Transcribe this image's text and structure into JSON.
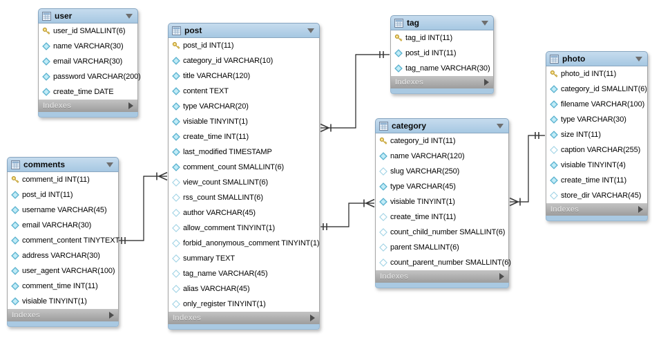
{
  "diagram": {
    "tables": [
      {
        "id": "user",
        "title": "user",
        "footer_label": "Indexes",
        "columns": [
          {
            "icon": "key-icon",
            "label": "user_id SMALLINT(6)"
          },
          {
            "icon": "diamond-filled-icon",
            "label": "name VARCHAR(30)"
          },
          {
            "icon": "diamond-filled-icon",
            "label": "email VARCHAR(30)"
          },
          {
            "icon": "diamond-filled-icon",
            "label": "password VARCHAR(200)"
          },
          {
            "icon": "diamond-filled-icon",
            "label": "create_time DATE"
          }
        ]
      },
      {
        "id": "comments",
        "title": "comments",
        "footer_label": "Indexes",
        "columns": [
          {
            "icon": "key-icon",
            "label": "comment_id INT(11)"
          },
          {
            "icon": "diamond-filled-icon",
            "label": "post_id INT(11)"
          },
          {
            "icon": "diamond-filled-icon",
            "label": "username VARCHAR(45)"
          },
          {
            "icon": "diamond-filled-icon",
            "label": "email VARCHAR(30)"
          },
          {
            "icon": "diamond-filled-icon",
            "label": "comment_content TINYTEXT"
          },
          {
            "icon": "diamond-filled-icon",
            "label": "address VARCHAR(30)"
          },
          {
            "icon": "diamond-filled-icon",
            "label": "user_agent VARCHAR(100)"
          },
          {
            "icon": "diamond-filled-icon",
            "label": "comment_time INT(11)"
          },
          {
            "icon": "diamond-filled-icon",
            "label": "visiable TINYINT(1)"
          }
        ]
      },
      {
        "id": "post",
        "title": "post",
        "footer_label": "Indexes",
        "columns": [
          {
            "icon": "key-icon",
            "label": "post_id INT(11)"
          },
          {
            "icon": "diamond-filled-icon",
            "label": "category_id VARCHAR(10)"
          },
          {
            "icon": "diamond-filled-icon",
            "label": "title VARCHAR(120)"
          },
          {
            "icon": "diamond-filled-icon",
            "label": "content TEXT"
          },
          {
            "icon": "diamond-filled-icon",
            "label": "type VARCHAR(20)"
          },
          {
            "icon": "diamond-filled-icon",
            "label": "visiable TINYINT(1)"
          },
          {
            "icon": "diamond-filled-icon",
            "label": "create_time INT(11)"
          },
          {
            "icon": "diamond-filled-icon",
            "label": "last_modified TIMESTAMP"
          },
          {
            "icon": "diamond-filled-icon",
            "label": "comment_count SMALLINT(6)"
          },
          {
            "icon": "diamond-open-icon",
            "label": "view_count SMALLINT(6)"
          },
          {
            "icon": "diamond-open-icon",
            "label": "rss_count SMALLINT(6)"
          },
          {
            "icon": "diamond-open-icon",
            "label": "author VARCHAR(45)"
          },
          {
            "icon": "diamond-open-icon",
            "label": "allow_comment TINYINT(1)"
          },
          {
            "icon": "diamond-open-icon",
            "label": "forbid_anonymous_comment TINYINT(1)"
          },
          {
            "icon": "diamond-open-icon",
            "label": "summary TEXT"
          },
          {
            "icon": "diamond-open-icon",
            "label": "tag_name VARCHAR(45)"
          },
          {
            "icon": "diamond-open-icon",
            "label": "alias VARCHAR(45)"
          },
          {
            "icon": "diamond-open-icon",
            "label": "only_register TINYINT(1)"
          }
        ]
      },
      {
        "id": "tag",
        "title": "tag",
        "footer_label": "Indexes",
        "columns": [
          {
            "icon": "key-icon",
            "label": "tag_id INT(11)"
          },
          {
            "icon": "diamond-filled-icon",
            "label": "post_id INT(11)"
          },
          {
            "icon": "diamond-filled-icon",
            "label": "tag_name VARCHAR(30)"
          }
        ]
      },
      {
        "id": "category",
        "title": "category",
        "footer_label": "Indexes",
        "columns": [
          {
            "icon": "key-icon",
            "label": "category_id INT(11)"
          },
          {
            "icon": "diamond-filled-icon",
            "label": "name VARCHAR(120)"
          },
          {
            "icon": "diamond-open-icon",
            "label": "slug VARCHAR(250)"
          },
          {
            "icon": "diamond-filled-icon",
            "label": "type VARCHAR(45)"
          },
          {
            "icon": "diamond-filled-icon",
            "label": "visiable TINYINT(1)"
          },
          {
            "icon": "diamond-open-icon",
            "label": "create_time INT(11)"
          },
          {
            "icon": "diamond-open-icon",
            "label": "count_child_number SMALLINT(6)"
          },
          {
            "icon": "diamond-open-icon",
            "label": "parent SMALLINT(6)"
          },
          {
            "icon": "diamond-open-icon",
            "label": "count_parent_number SMALLINT(6)"
          }
        ]
      },
      {
        "id": "photo",
        "title": "photo",
        "footer_label": "Indexes",
        "columns": [
          {
            "icon": "key-icon",
            "label": "photo_id INT(11)"
          },
          {
            "icon": "diamond-filled-icon",
            "label": "category_id SMALLINT(6)"
          },
          {
            "icon": "diamond-filled-icon",
            "label": "filename VARCHAR(100)"
          },
          {
            "icon": "diamond-filled-icon",
            "label": "type VARCHAR(30)"
          },
          {
            "icon": "diamond-filled-icon",
            "label": "size INT(11)"
          },
          {
            "icon": "diamond-open-icon",
            "label": "caption VARCHAR(255)"
          },
          {
            "icon": "diamond-filled-icon",
            "label": "visiable TINYINT(4)"
          },
          {
            "icon": "diamond-filled-icon",
            "label": "create_time INT(11)"
          },
          {
            "icon": "diamond-open-icon",
            "label": "store_dir VARCHAR(45)"
          }
        ]
      }
    ],
    "relationships": [
      {
        "id": "comments-post",
        "one_end": "comments",
        "many_end": "post"
      },
      {
        "id": "post-tag",
        "one_end": "tag",
        "many_end": "post"
      },
      {
        "id": "post-category",
        "one_end": "post",
        "many_end": "category"
      },
      {
        "id": "category-photo",
        "one_end": "photo",
        "many_end": "category"
      }
    ],
    "icon_legend": {
      "key-icon": "primary key column",
      "diamond-filled-icon": "not-null column",
      "diamond-open-icon": "nullable column"
    },
    "colors": {
      "header_blue": "#b7d2e8",
      "strip_blue": "#a9c9e2",
      "footer_gray": "#b0b0b0",
      "diamond_cyan": "#9bdcef",
      "key_yellow": "#f3d467",
      "line_black": "#1f1f1f"
    }
  }
}
